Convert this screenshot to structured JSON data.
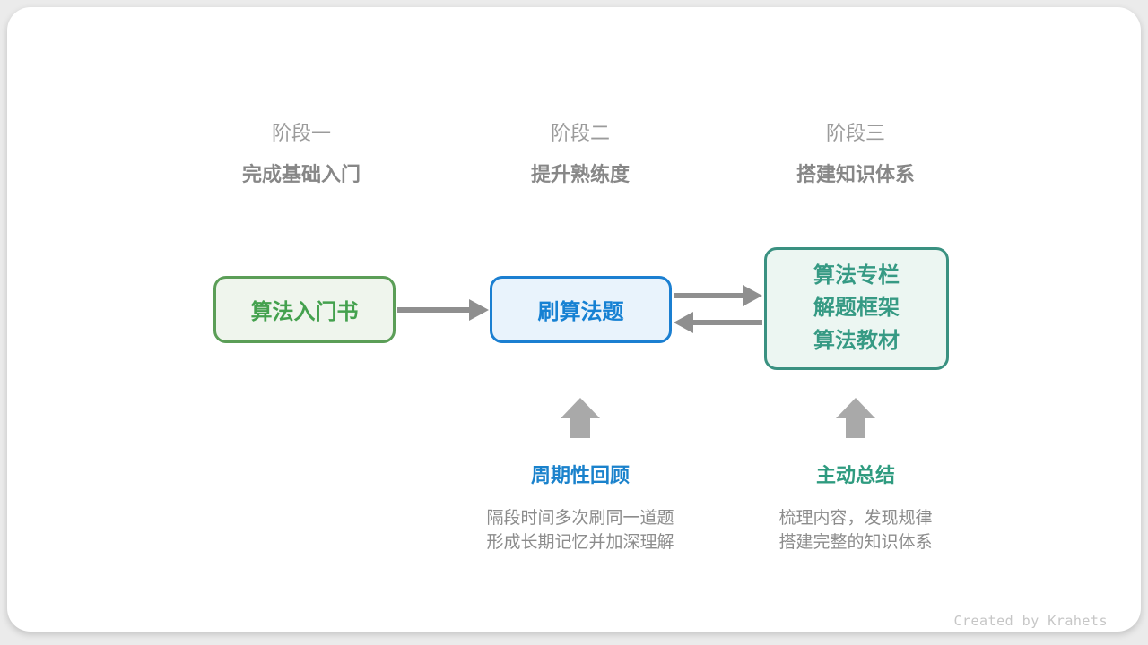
{
  "stages": [
    {
      "label": "阶段一",
      "subtitle": "完成基础入门"
    },
    {
      "label": "阶段二",
      "subtitle": "提升熟练度"
    },
    {
      "label": "阶段三",
      "subtitle": "搭建知识体系"
    }
  ],
  "nodes": {
    "intro_book": {
      "title": "算法入门书"
    },
    "practice": {
      "title": "刷算法题"
    },
    "knowledge": {
      "lines": [
        "算法专栏",
        "解题框架",
        "算法教材"
      ]
    }
  },
  "annotations": {
    "review": {
      "title": "周期性回顾",
      "lines": [
        "隔段时间多次刷同一道题",
        "形成长期记忆并加深理解"
      ]
    },
    "summarize": {
      "title": "主动总结",
      "lines": [
        "梳理内容，发现规律",
        "搭建完整的知识体系"
      ]
    }
  },
  "credit": "Created by Krahets",
  "colors": {
    "page_bg": "#ebebeb",
    "card_bg": "#ffffff",
    "green_text": "#44a14e",
    "green_border": "#5b9e57",
    "green_bg": "#eff5ed",
    "blue_text": "#1681d3",
    "blue_border": "#1b7fd1",
    "blue_bg": "#e9f3fc",
    "teal_text": "#369a84",
    "teal_border": "#3a9181",
    "teal_bg": "#ecf6f2",
    "flow_arrow": "#8f8f8f",
    "block_arrow": "#a9a9a9",
    "stage_label": "#9b9b9b",
    "stage_subtitle": "#878787",
    "desc_text": "#8c8c8c",
    "review_title": "#1a82cc",
    "summarize_title": "#2e9b7f",
    "credit_text": "#c6c6c6"
  }
}
